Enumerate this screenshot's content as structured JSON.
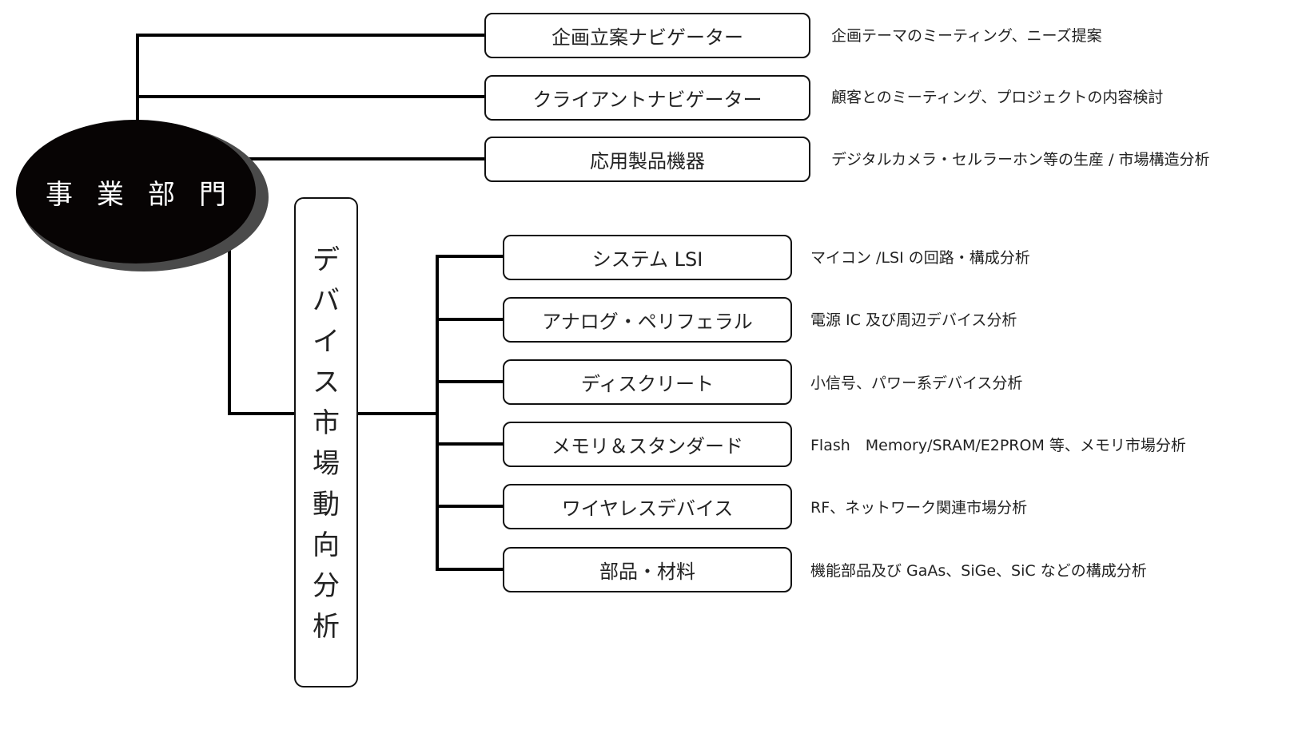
{
  "root": {
    "label": "事業部門",
    "chars": [
      "事",
      "業",
      "部",
      "門"
    ]
  },
  "top_branches": [
    {
      "label": "企画立案ナビゲーター",
      "description": "企画テーマのミーティング、ニーズ提案"
    },
    {
      "label": "クライアントナビゲーター",
      "description": "顧客とのミーティング、プロジェクトの内容検討"
    },
    {
      "label": "応用製品機器",
      "description": "デジタルカメラ・セルラーホン等の生産 / 市場構造分析"
    }
  ],
  "device_group": {
    "label": "デバイス市場動向分析",
    "chars": [
      "デ",
      "バ",
      "イ",
      "ス",
      "市",
      "場",
      "動",
      "向",
      "分",
      "析"
    ]
  },
  "device_branches": [
    {
      "label": "システム LSI",
      "description": "マイコン /LSI の回路・構成分析"
    },
    {
      "label": "アナログ・ペリフェラル",
      "description": "電源 IC 及び周辺デバイス分析"
    },
    {
      "label": "ディスクリート",
      "description": "小信号、パワー系デバイス分析"
    },
    {
      "label": "メモリ＆スタンダード",
      "description": "Flash　Memory/SRAM/E2PROM 等、メモリ市場分析"
    },
    {
      "label": "ワイヤレスデバイス",
      "description": "RF、ネットワーク関連市場分析"
    },
    {
      "label": "部品・材料",
      "description": "機能部品及び GaAs、SiGe、SiC などの構成分析"
    }
  ],
  "colors": {
    "root_fill": "#070404",
    "root_shadow": "#4a4a4a",
    "line": "#000000",
    "box_border": "#111111",
    "text": "#222222"
  }
}
